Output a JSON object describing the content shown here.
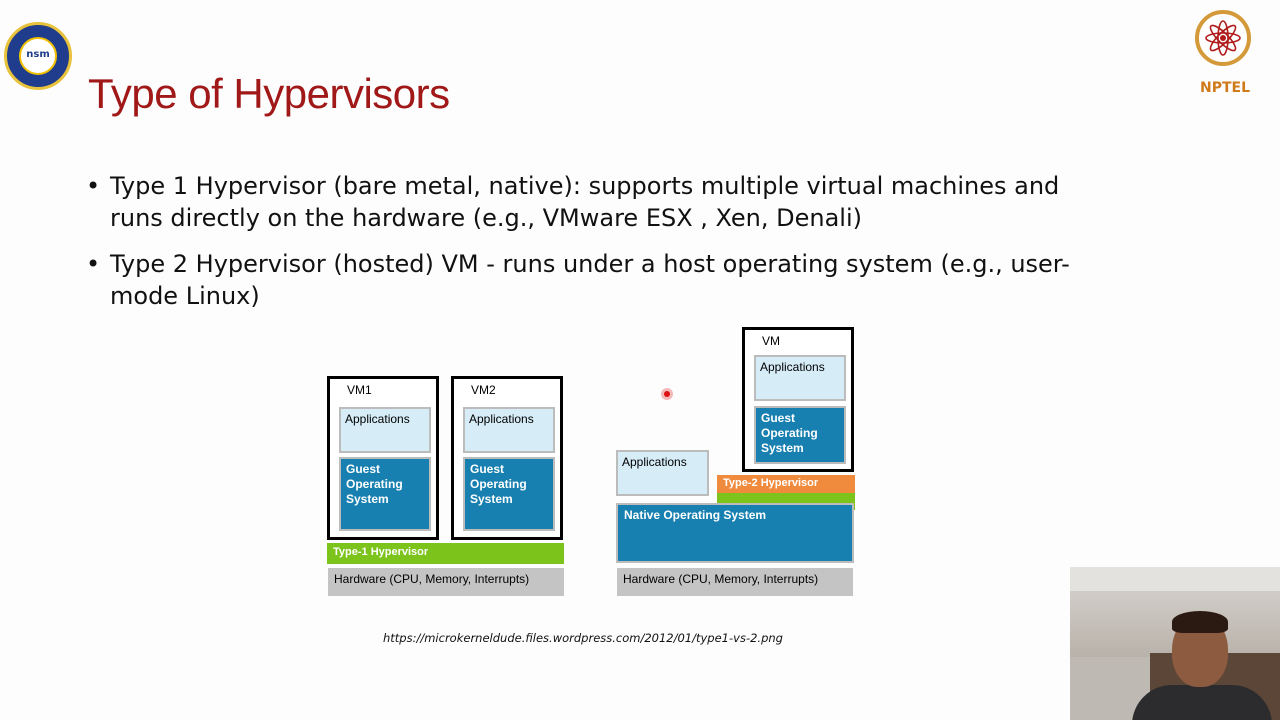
{
  "logos": {
    "left_logo_text": "nsm",
    "right_logo_label": "NPTEL"
  },
  "slide": {
    "title": "Type of Hypervisors",
    "bullets": [
      "Type 1 Hypervisor (bare metal, native): supports multiple virtual machines and runs directly on the hardware (e.g., VMware ESX , Xen, Denali)",
      "Type 2 Hypervisor (hosted) VM - runs under a host operating system (e.g., user-mode Linux)"
    ],
    "source": "https://microkerneldude.files.wordpress.com/2012/01/type1-vs-2.png"
  },
  "diagram": {
    "type1": {
      "vm1_label": "VM1",
      "vm2_label": "VM2",
      "applications": "Applications",
      "guest_os": "Guest Operating System",
      "hypervisor": "Type-1 Hypervisor",
      "hardware": "Hardware (CPU, Memory, Interrupts)"
    },
    "type2": {
      "vm_label": "VM",
      "vm_applications": "Applications",
      "guest_os": "Guest Operating System",
      "host_applications": "Applications",
      "hypervisor": "Type-2 Hypervisor",
      "native_os": "Native Operating System",
      "hardware": "Hardware (CPU, Memory, Interrupts)"
    },
    "colors": {
      "title": "#a01818",
      "hypervisor_green": "#7cc41c",
      "hypervisor_orange": "#f08a3c",
      "os_blue": "#1880b0",
      "app_lightblue": "#d6ecf7",
      "hardware_gray": "#c4c4c4"
    }
  }
}
